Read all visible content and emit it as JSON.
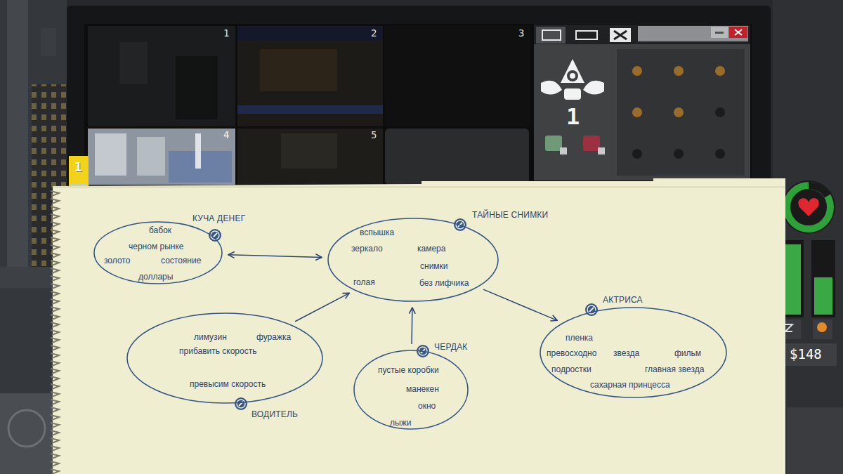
{
  "diagram": {
    "nodes": [
      {
        "text": [
          "КУЧА ДЕНЕГ",
          "бабок",
          "черном рынке",
          "золото",
          "состояние",
          "доллары"
        ]
      },
      {
        "text": [
          "ТАЙНЫЕ СНИМКИ",
          "вспышка",
          "зеркало",
          "камера",
          "снимки",
          "голая",
          "без лифчика"
        ]
      },
      {
        "text": [
          "ВОДИТЕЛЬ",
          "лимузин",
          "фуражка",
          "прибавить скорость",
          "превысим скорость"
        ]
      },
      {
        "text": [
          "ЧЕРДАК",
          "пустые коробки",
          "манекен",
          "окно",
          "лыжи"
        ]
      },
      {
        "text": [
          "АКТРИСА",
          "пленка",
          "превосходно",
          "звезда",
          "фильм",
          "подростки",
          "главная звезда",
          "сахарная принцесса"
        ]
      }
    ],
    "edges": [
      {
        "from": 0,
        "to": 1,
        "arrow": "both"
      },
      {
        "from": 2,
        "to": 1,
        "arrow": "to"
      },
      {
        "from": 3,
        "to": 1,
        "arrow": "to"
      },
      {
        "from": 1,
        "to": 4,
        "arrow": "to"
      }
    ],
    "labels": [
      "1",
      "2",
      "3",
      "4",
      "5",
      "1",
      "1",
      "$148"
    ]
  }
}
